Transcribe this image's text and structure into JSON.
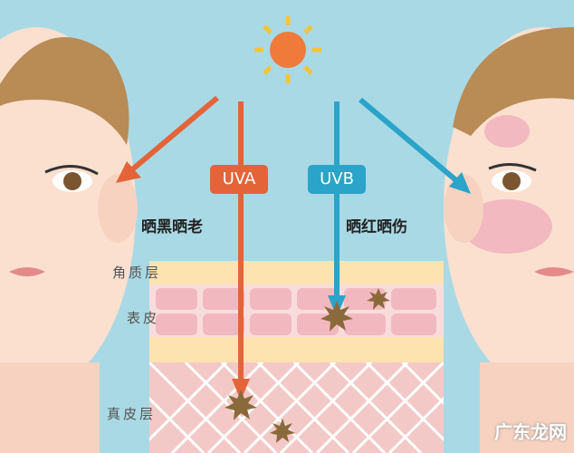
{
  "labels": {
    "uva": "UVA",
    "uvb": "UVB",
    "uva_effect": "晒黑晒老",
    "uvb_effect": "晒红晒伤",
    "layer_stratum_corneum": "角质层",
    "layer_epidermis": "表皮",
    "layer_dermis": "真皮层"
  },
  "watermark": "广东龙网",
  "colors": {
    "background": "#a9d9e4",
    "uva": "#e4643a",
    "uvb": "#2aa4c8",
    "sun": "#f07a3a",
    "damage": "#8a6a3a"
  }
}
